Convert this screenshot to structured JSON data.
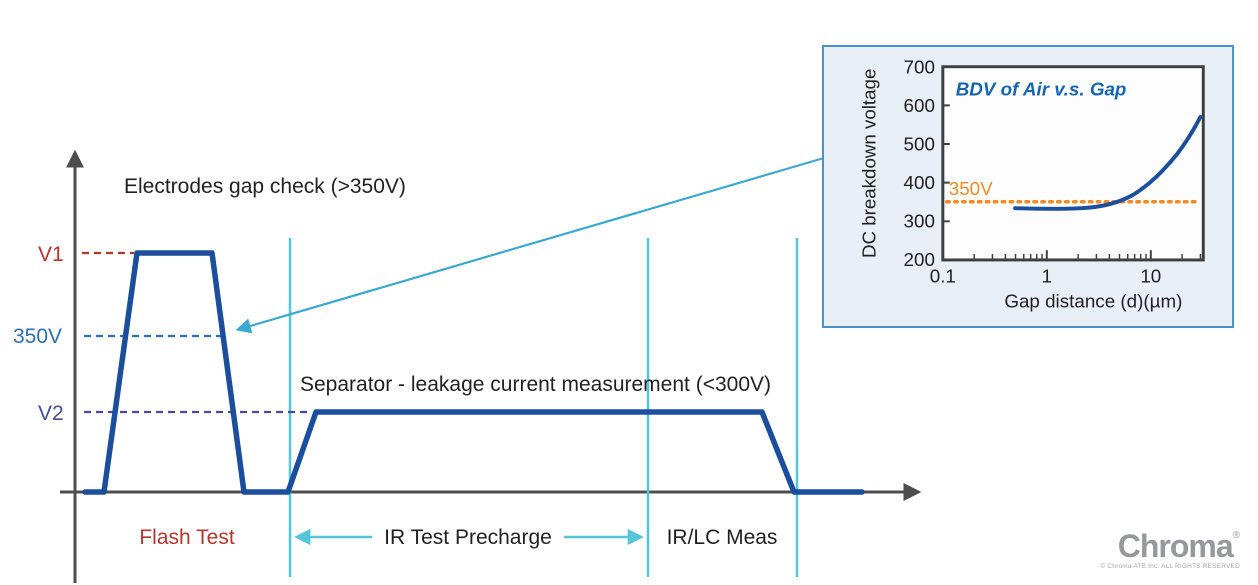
{
  "annotations": {
    "electrodes_gap_check": "Electrodes gap check (>350V)",
    "separator_leakage": "Separator - leakage current measurement (<300V)"
  },
  "axis_labels": {
    "v1": "V1",
    "v350": "350V",
    "v2": "V2"
  },
  "phases": {
    "flash_test": "Flash Test",
    "ir_test_precharge": "IR Test Precharge",
    "ir_lc_meas": "IR/LC Meas"
  },
  "inset": {
    "title": "BDV of Air v.s. Gap",
    "ylabel": "DC breakdown voltage",
    "xlabel": "Gap distance (d)(µm)",
    "threshold_label": "350V",
    "y_ticks": [
      "700",
      "600",
      "500",
      "400",
      "300",
      "200"
    ],
    "x_ticks": [
      "0.1",
      "1",
      "10"
    ]
  },
  "chart_data": {
    "type": "line",
    "title": "BDV of Air v.s. Gap",
    "xlabel": "Gap distance (d)(µm)",
    "ylabel": "DC breakdown voltage",
    "x_scale": "log",
    "xlim": [
      0.1,
      35
    ],
    "ylim": [
      200,
      700
    ],
    "y_ticks": [
      200,
      300,
      400,
      500,
      600,
      700
    ],
    "x_ticks": [
      0.1,
      1,
      10
    ],
    "grid": false,
    "legend": "none",
    "series": [
      {
        "name": "BDV of Air",
        "x": [
          0.5,
          1,
          2,
          4,
          7,
          12,
          20,
          30
        ],
        "y": [
          335,
          333,
          333,
          340,
          370,
          420,
          490,
          570
        ]
      }
    ],
    "threshold_line": {
      "label": "350V",
      "value": 350,
      "style": "dotted",
      "color": "#f08b22"
    }
  },
  "logo": {
    "brand": "Chroma",
    "registered": "®",
    "copyright": "© Chroma ATE Inc. ALL RIGHTS RESERVED"
  },
  "colors": {
    "waveform": "#1b4f9e",
    "cyan_marker": "#55c6da",
    "annotation_arrow": "#39a9d1",
    "red_v1": "#b5352c",
    "blue_350": "#2c6fb5",
    "purple_v2": "#4a4a99",
    "orange_threshold": "#f08b22",
    "axis_gray": "#4d4d4d",
    "inset_bg": "#e9eff6",
    "inset_border": "#4c92c8"
  }
}
